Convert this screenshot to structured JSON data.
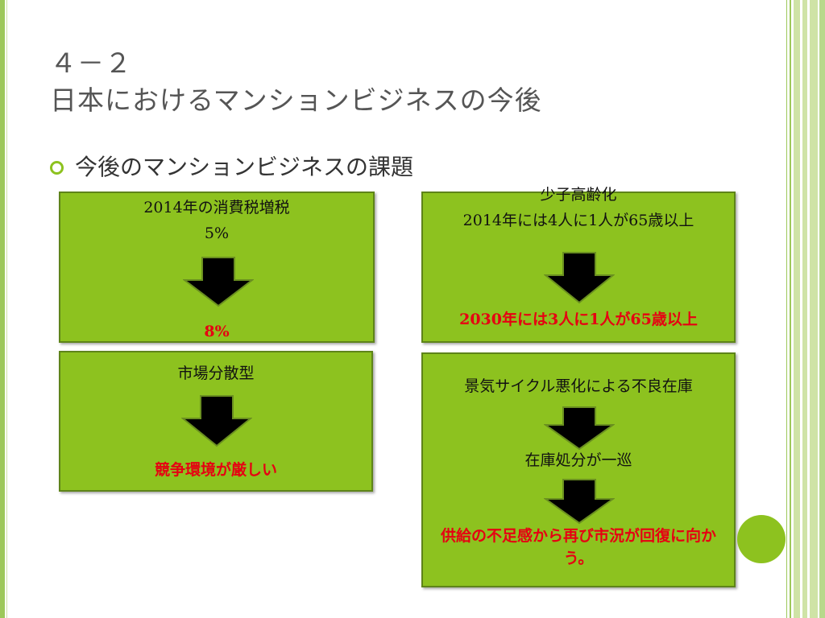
{
  "title": {
    "line1": "４－２",
    "line2": "日本におけるマンションビジネスの今後"
  },
  "bullet": {
    "text": "今後のマンションビジネスの課題"
  },
  "boxes": {
    "tax": {
      "line1": "2014年の消費税増税",
      "line2": "5%",
      "result": "8%"
    },
    "market": {
      "line1": "市場分散型",
      "result": "競争環境が厳しい"
    },
    "aging": {
      "heading": "少子高齢化",
      "line1": "2014年には4人に1人が65歳以上",
      "result": "2030年には3人に1人が65歳以上"
    },
    "inventory": {
      "line1": "景気サイクル悪化による不良在庫",
      "line2": "在庫処分が一巡",
      "result": "供給の不足感から再び市況が回復に向かう。"
    }
  },
  "colors": {
    "box_fill": "#8dc21f",
    "accent_red": "#e60012",
    "arrow": "#000000"
  }
}
